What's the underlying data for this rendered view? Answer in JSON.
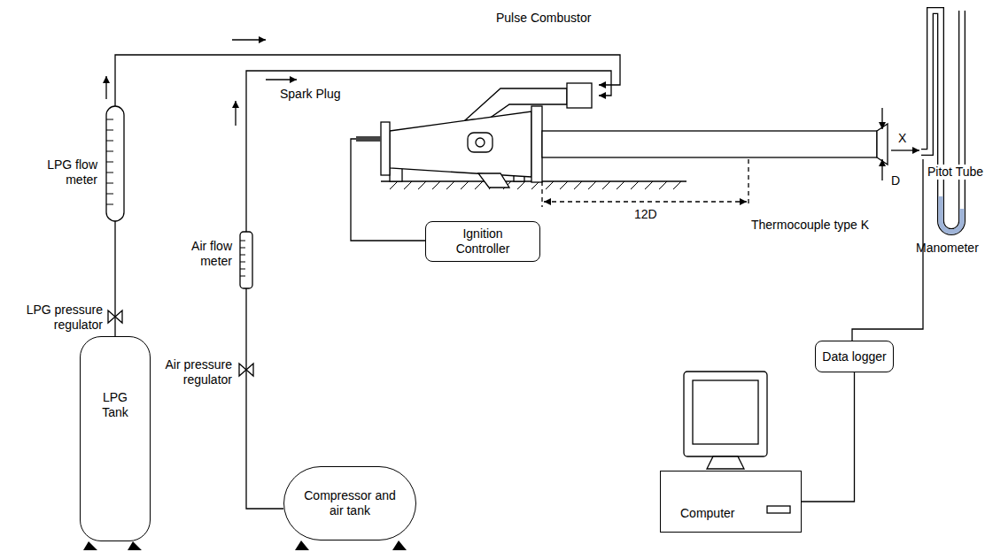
{
  "diagram": {
    "nodes": [
      {
        "text": [
          "LPG Tank"
        ]
      },
      {
        "text": [
          "Compressor and air tank"
        ]
      },
      {
        "text": [
          "Ignition Controller"
        ]
      },
      {
        "text": [
          "Data logger"
        ]
      },
      {
        "text": [
          "Computer"
        ]
      }
    ],
    "edges": [
      {
        "from": 3,
        "to": 4,
        "arrow": "none"
      }
    ],
    "labels": [
      "Pulse Combustor",
      "Spark Plug",
      "LPG flow meter",
      "LPG pressure regulator",
      "Air flow meter",
      "Air pressure regulator",
      "X",
      "D",
      "12D",
      "Thermocouple type K",
      "Pitot Tube",
      "Manometer"
    ]
  }
}
